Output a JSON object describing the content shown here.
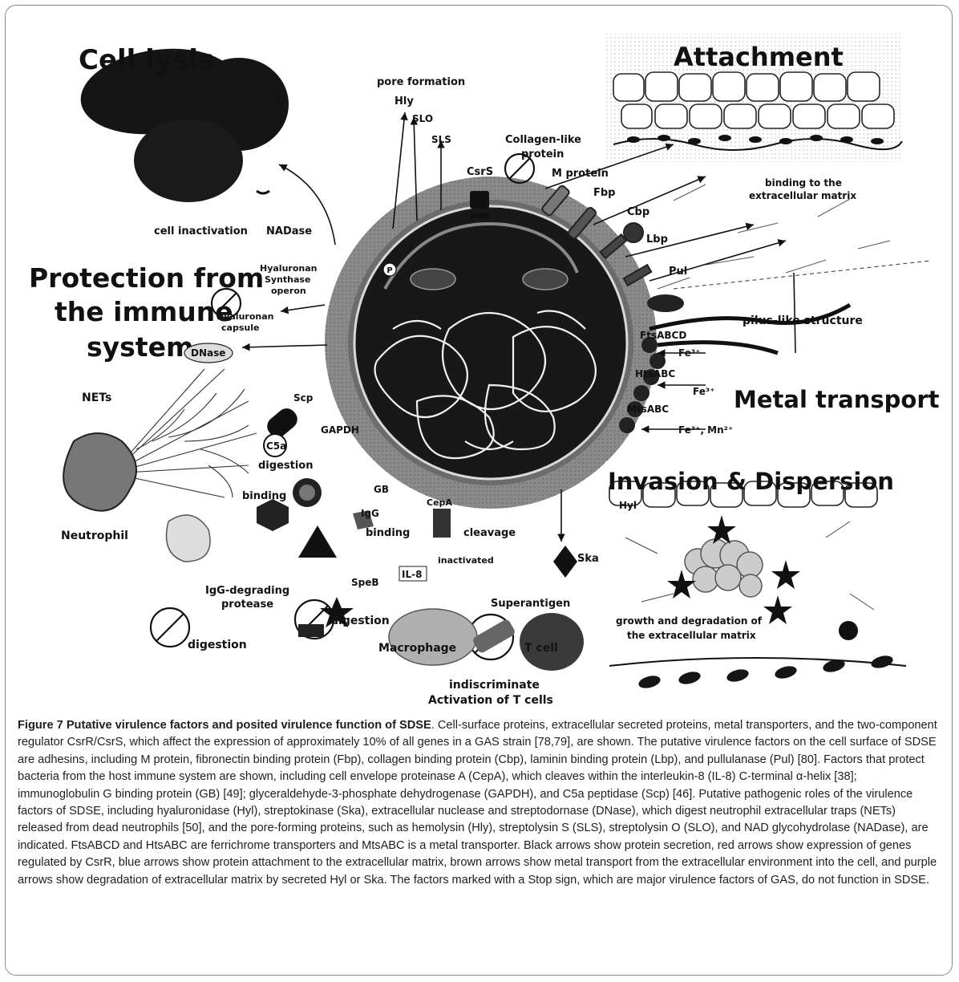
{
  "figure": {
    "section_labels": {
      "cell_lysis": "Cell lysis",
      "attachment": "Attachment",
      "protection_line1": "Protection from",
      "protection_line2": "the immune",
      "protection_line3": "system",
      "metal_transport": "Metal transport",
      "invasion": "Invasion & Dispersion"
    },
    "labels": {
      "pore_formation": "pore formation",
      "hly": "Hly",
      "slo": "SLO",
      "sls": "SLS",
      "csrs": "CsrS",
      "collagen_line1": "Collagen-like",
      "collagen_line2": "protein",
      "m_protein": "M protein",
      "fbp": "Fbp",
      "cbp": "Cbp",
      "lbp": "Lbp",
      "pul": "Pul",
      "binding_ecm_line1": "binding to the",
      "binding_ecm_line2": "extracellular matrix",
      "pilus": "pilus-like structure",
      "cell_inactivation": "cell inactivation",
      "nadase": "NADase",
      "hyaluronan_synthase_line1": "Hyaluronan",
      "hyaluronan_synthase_line2": "Synthase",
      "hyaluronan_synthase_line3": "operon",
      "hyaluronan_capsule_line1": "Hyaluronan",
      "hyaluronan_capsule_line2": "capsule",
      "dnase": "DNase",
      "nets": "NETs",
      "scp": "Scp",
      "c5a": "C5a",
      "gapdh": "GAPDH",
      "digestion_c5a": "digestion",
      "binding_left": "binding",
      "gb": "GB",
      "igg": "IgG",
      "binding_mid": "binding",
      "cepa": "CepA",
      "cleavage": "cleavage",
      "neutrophil": "Neutrophil",
      "il8": "IL-8",
      "inactivated": "inactivated",
      "ska": "Ska",
      "fe1": "Fe³⁺",
      "fe2": "Fe³⁺",
      "fe_mn": "Fe³⁺, Mn²⁺",
      "fts": "FtsABCD",
      "hts": "HtsABC",
      "mts": "MtsABC",
      "hyl": "Hyl",
      "igg_protease_line1": "IgG-degrading",
      "igg_protease_line2": "protease",
      "digestion_left": "digestion",
      "speb": "SpeB",
      "digestion_mid": "digestion",
      "superantigen": "Superantigen",
      "macrophage": "Macrophage",
      "t_cell": "T cell",
      "indiscriminate": "indiscriminate",
      "activation": "Activation of T cells",
      "growth_line1": "growth and degradation of",
      "growth_line2": "the extracellular matrix"
    }
  },
  "caption": {
    "title": "Figure 7 Putative virulence factors and posited virulence function of SDSE",
    "text": ". Cell-surface proteins, extracellular secreted proteins, metal transporters, and the two-component regulator CsrR/CsrS, which affect the expression of approximately 10% of all genes in a GAS strain [78,79], are shown. The putative virulence factors on the cell surface of SDSE are adhesins, including M protein, fibronectin binding protein (Fbp), collagen binding protein (Cbp), laminin binding protein (Lbp), and pullulanase (Pul) [80]. Factors that protect bacteria from the host immune system are shown, including cell envelope proteinase A (CepA), which cleaves within the interleukin-8 (IL-8) C-terminal α-helix [38]; immunoglobulin G binding protein (GB) [49]; glyceraldehyde-3-phosphate dehydrogenase (GAPDH), and C5a peptidase (Scp) [46]. Putative pathogenic roles of the virulence factors of SDSE, including hyaluronidase (Hyl), streptokinase (Ska), extracellular nuclease and streptodornase (DNase), which digest neutrophil extracellular traps (NETs) released from dead neutrophils [50], and the pore-forming proteins, such as hemolysin (Hly), streptolysin S (SLS), streptolysin O (SLO), and NAD glycohydrolase (NADase), are indicated. FtsABCD and HtsABC are ferrichrome transporters and MtsABC is a metal transporter. Black arrows show protein secretion, red arrows show expression of genes regulated by CsrR, blue arrows show protein attachment to the extracellular matrix, brown arrows show metal transport from the extracellular environment into the cell, and purple arrows show degradation of extracellular matrix by secreted Hyl or Ska. The factors marked with a Stop sign, which are major virulence factors of GAS, do not function in SDSE."
  }
}
